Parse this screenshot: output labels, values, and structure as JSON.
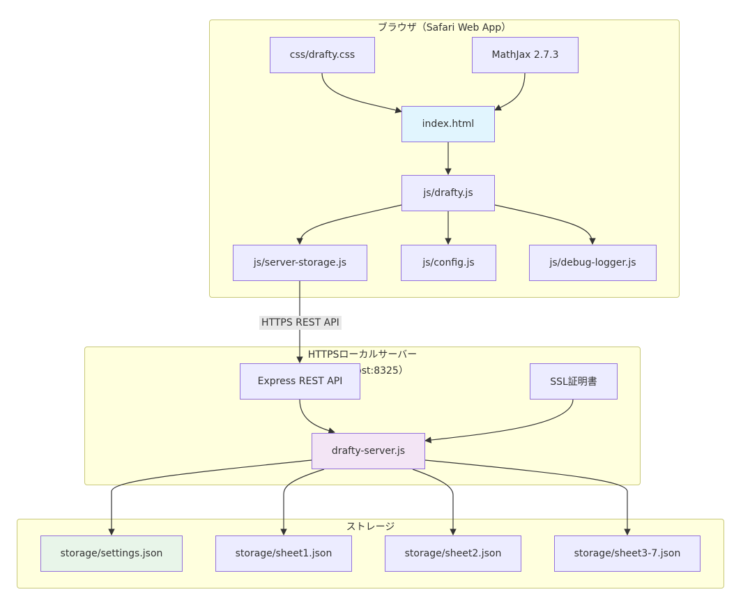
{
  "clusters": {
    "browser": {
      "title": "ブラウザ（Safari Web App）"
    },
    "server": {
      "title_line1": "HTTPSローカルサーバー",
      "title_line2": "ost:8325）"
    },
    "storage": {
      "title": "ストレージ"
    }
  },
  "nodes": {
    "css": "css/drafty.css",
    "mathjax": "MathJax 2.7.3",
    "index": "index.html",
    "drafty_js": "js/drafty.js",
    "server_storage": "js/server-storage.js",
    "config": "js/config.js",
    "debug_logger": "js/debug-logger.js",
    "express": "Express REST API",
    "ssl": "SSL証明書",
    "drafty_server": "drafty-server.js",
    "settings": "storage/settings.json",
    "sheet1": "storage/sheet1.json",
    "sheet2": "storage/sheet2.json",
    "sheet3_7": "storage/sheet3-7.json"
  },
  "edge_labels": {
    "https_rest": "HTTPS REST API"
  },
  "colors": {
    "cluster_fill": "#ffffde",
    "node_fill": "#ececff",
    "node_border": "#9370db",
    "index_fill": "#e1f5fe",
    "server_fill": "#f3e5f5",
    "settings_fill": "#e8f5e9",
    "edge": "#333333"
  }
}
